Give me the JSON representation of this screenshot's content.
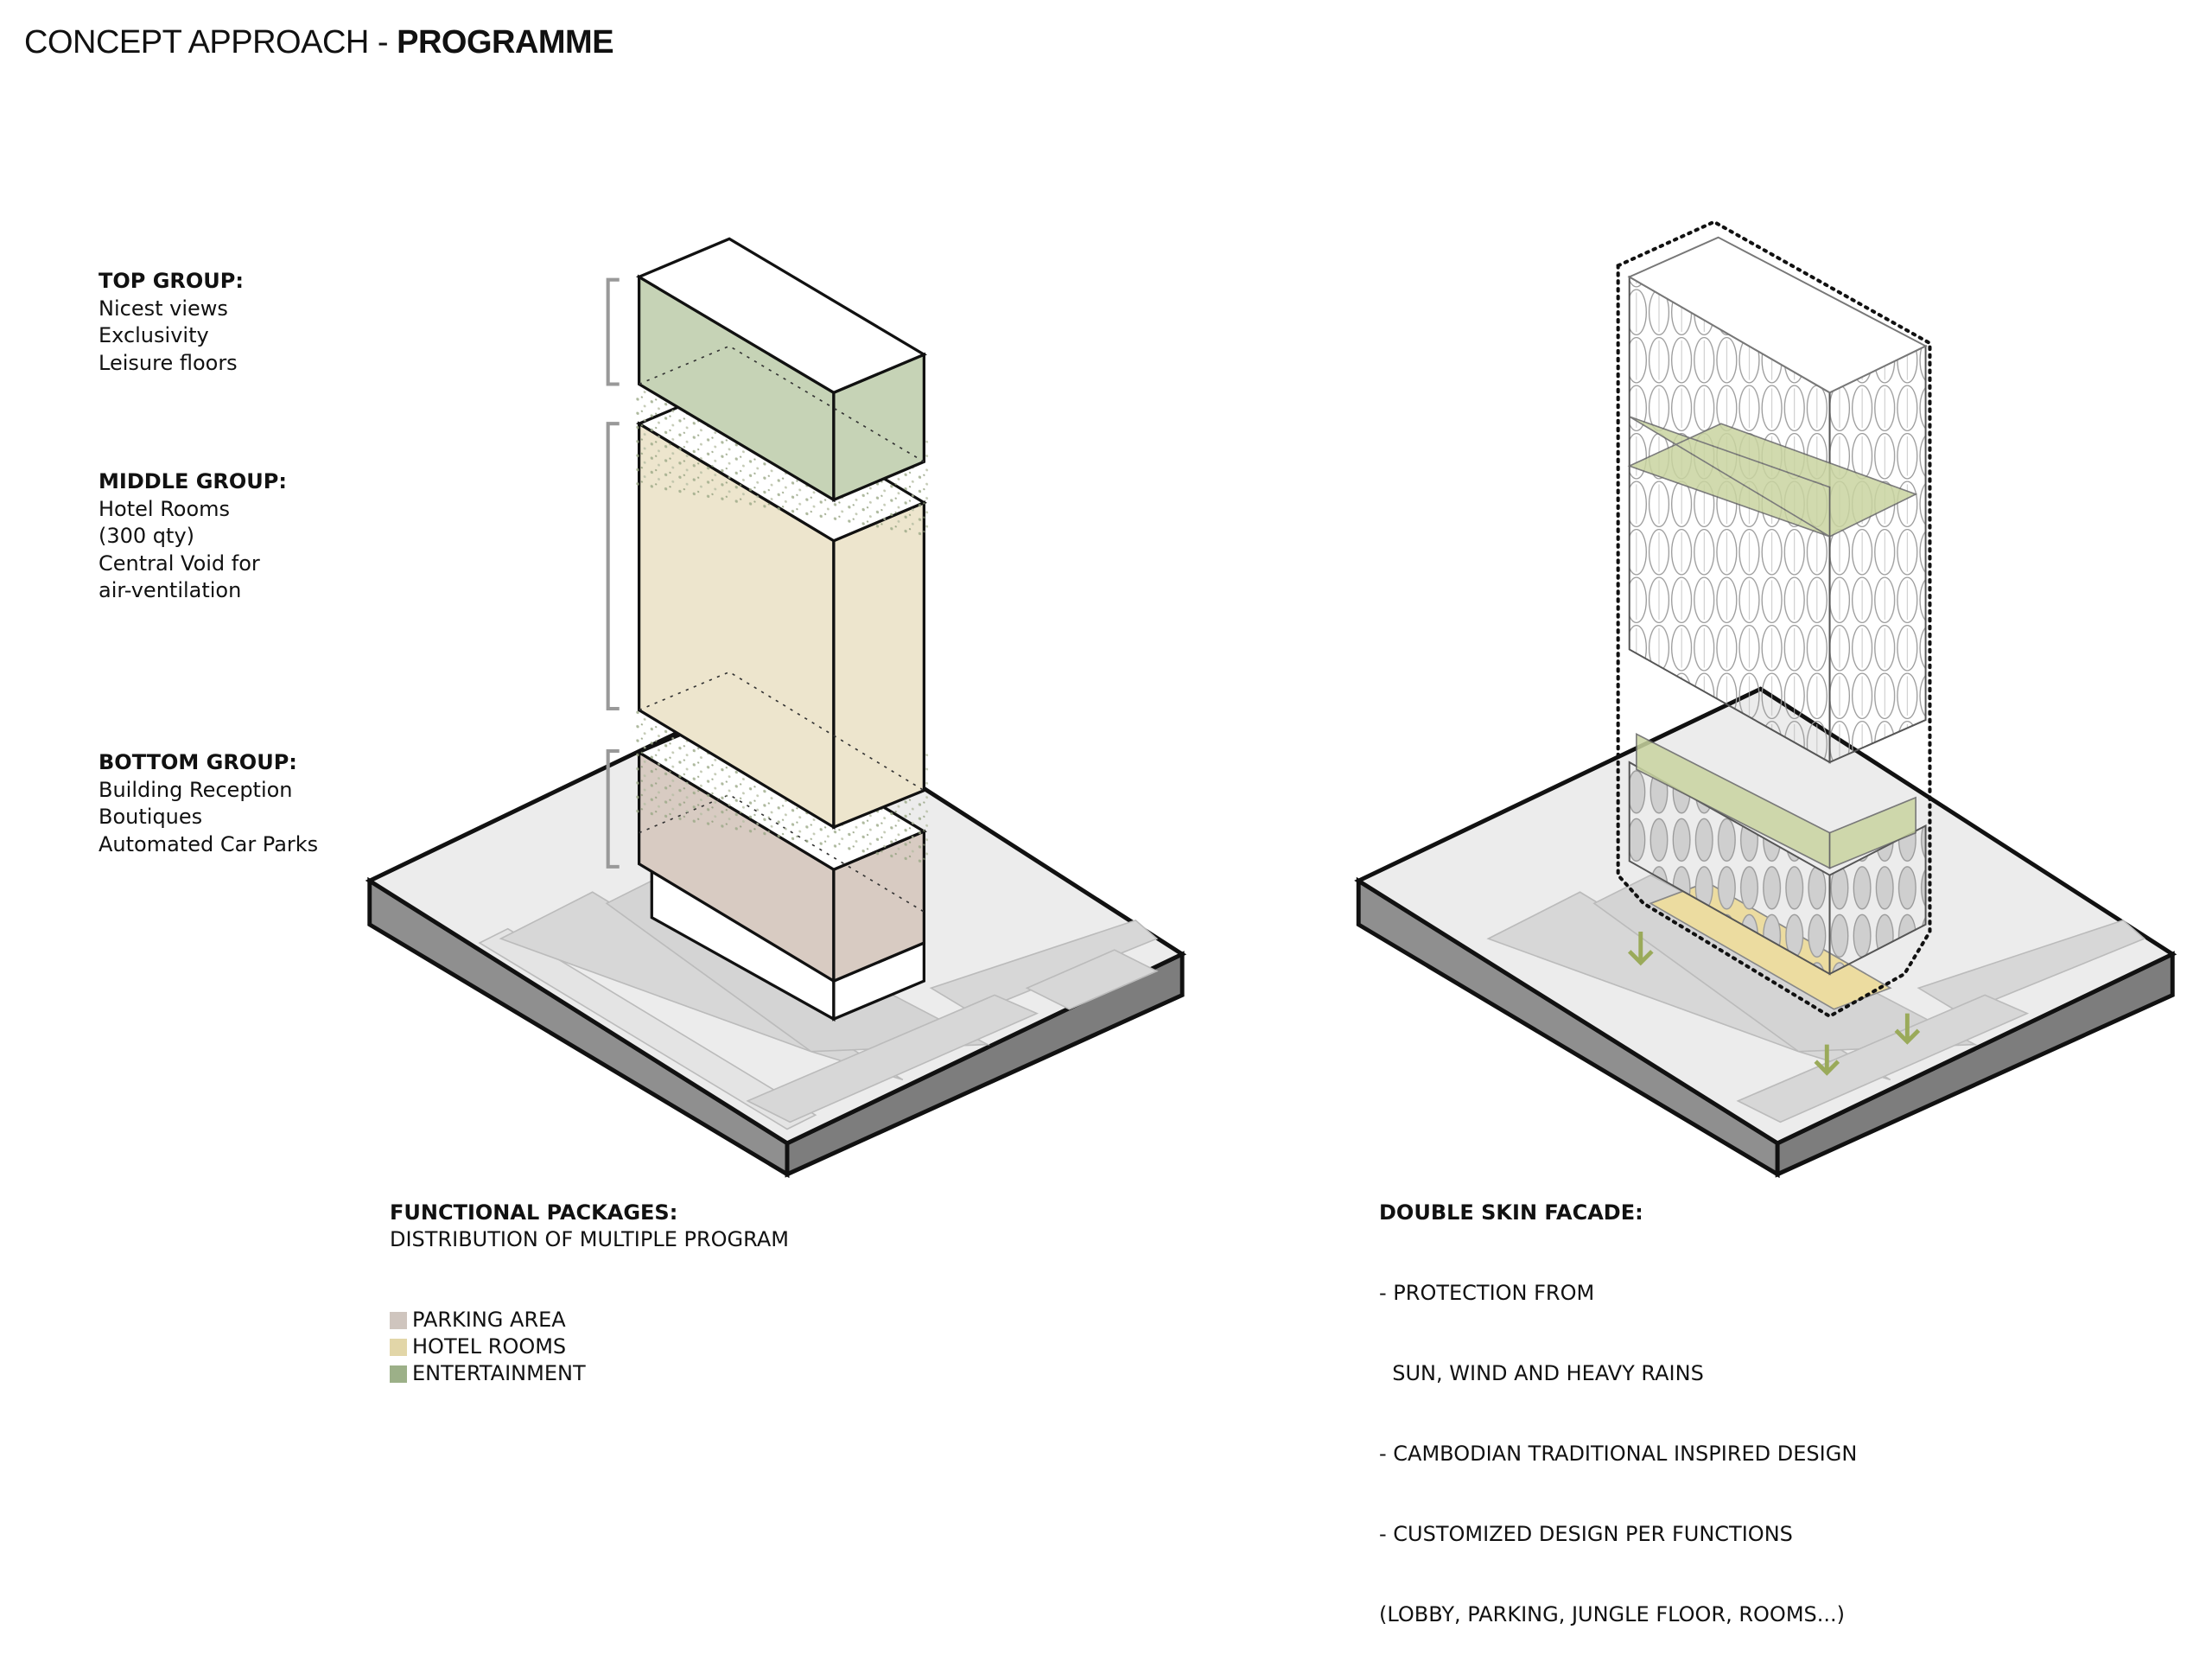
{
  "title": {
    "light": "CONCEPT APPROACH - ",
    "bold": "PROGRAMME"
  },
  "groups": [
    {
      "heading": "TOP GROUP:",
      "lines": [
        "Nicest views",
        "Exclusivity",
        "Leisure floors"
      ]
    },
    {
      "heading": "MIDDLE GROUP:",
      "lines": [
        "Hotel Rooms",
        "(300 qty)",
        "Central Void for",
        "air-ventilation"
      ]
    },
    {
      "heading": "BOTTOM GROUP:",
      "lines": [
        "Building Reception",
        "Boutiques",
        "Automated Car Parks"
      ]
    }
  ],
  "functional": {
    "heading": "FUNCTIONAL PACKAGES:",
    "subtitle": "DISTRIBUTION OF MULTIPLE PROGRAM"
  },
  "legend": [
    {
      "label": "PARKING  AREA",
      "color": "#cfc5be"
    },
    {
      "label": "HOTEL ROOMS",
      "color": "#e2d6a8"
    },
    {
      "label": "ENTERTAINMENT",
      "color": "#9cb088"
    }
  ],
  "facade": {
    "heading": "DOUBLE SKIN FACADE:",
    "lines": [
      "- PROTECTION FROM",
      "  SUN, WIND AND HEAVY RAINS",
      "- CAMBODIAN TRADITIONAL INSPIRED DESIGN",
      "- CUSTOMIZED DESIGN PER FUNCTIONS",
      "(LOBBY, PARKING, JUNGLE FLOOR, ROOMS...)"
    ]
  },
  "colors": {
    "top": "#c6d3b6",
    "middle": "#ede5cd",
    "bottom": "#d8cbc2",
    "band": "#c9d4a0",
    "lobby": "#ecdca0",
    "slab_side": "#8f8f8f",
    "slab_top": "#ececec",
    "arrow": "#9aaa5a"
  }
}
